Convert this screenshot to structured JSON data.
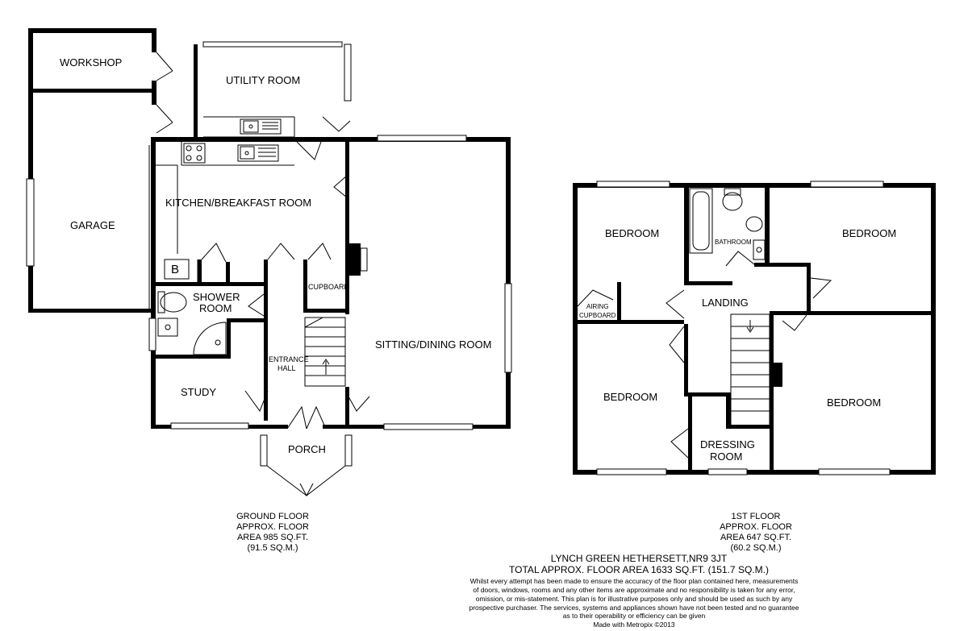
{
  "ground_floor": {
    "rooms": {
      "workshop": "WORKSHOP",
      "utility": "UTILITY ROOM",
      "kitchen": "KITCHEN/BREAKFAST ROOM",
      "garage": "GARAGE",
      "boiler": "B",
      "cupboard": "CUPBOARD",
      "shower1": "SHOWER",
      "shower2": "ROOM",
      "sitting": "SITTING/DINING ROOM",
      "hall1": "ENTRANCE",
      "hall2": "HALL",
      "study": "STUDY",
      "porch": "PORCH"
    },
    "caption": [
      "GROUND FLOOR",
      "APPROX. FLOOR",
      "AREA 985 SQ.FT.",
      "(91.5 SQ.M.)"
    ]
  },
  "first_floor": {
    "rooms": {
      "bedroom_tl": "BEDROOM",
      "bathroom": "BATHROOM",
      "bedroom_tr": "BEDROOM",
      "airing1": "AIRING",
      "airing2": "CUPBOARD",
      "landing": "LANDING",
      "bedroom_bl": "BEDROOM",
      "bedroom_br": "BEDROOM",
      "dressing1": "DRESSING",
      "dressing2": "ROOM"
    },
    "caption": [
      "1ST FLOOR",
      "APPROX. FLOOR",
      "AREA 647 SQ.FT.",
      "(60.2 SQ.M.)"
    ]
  },
  "footer": {
    "address": "LYNCH GREEN HETHERSETT,NR9 3JT",
    "total": "TOTAL APPROX. FLOOR AREA 1633 SQ.FT. (151.7 SQ.M.)",
    "disclaimer": [
      "Whilst every attempt has been made to ensure the accuracy of the floor plan contained here, measurements",
      "of doors, windows, rooms and any other items are approximate and no responsibility is taken for any error,",
      "omission, or mis-statement. This plan is for illustrative purposes only and should be used as such by any",
      "prospective purchaser. The services, systems and appliances shown have not been tested and no guarantee",
      "as to their operability or efficiency can be given"
    ],
    "made_with": "Made with Metropix ©2013"
  }
}
